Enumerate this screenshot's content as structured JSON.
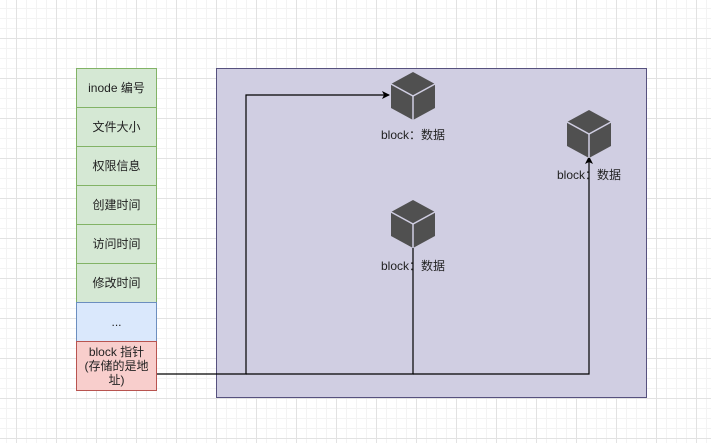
{
  "inode": {
    "fields": [
      {
        "label": "inode 编号",
        "kind": "attr"
      },
      {
        "label": "文件大小",
        "kind": "attr"
      },
      {
        "label": "权限信息",
        "kind": "attr"
      },
      {
        "label": "创建时间",
        "kind": "attr"
      },
      {
        "label": "访问时间",
        "kind": "attr"
      },
      {
        "label": "修改时间",
        "kind": "attr"
      },
      {
        "label": "...",
        "kind": "ellipsis"
      },
      {
        "label": "block 指针\n(存储的是地址)",
        "kind": "pointer"
      }
    ],
    "pointer_lines": [
      "block 指针",
      "(存储的是地",
      "址)"
    ]
  },
  "blocks": [
    {
      "label": "block：数据"
    },
    {
      "label": "block：数据"
    },
    {
      "label": "block：数据"
    }
  ],
  "colors": {
    "attr_fill": "#d5e8d4",
    "attr_stroke": "#82b366",
    "ellipsis_fill": "#dae8fc",
    "ellipsis_stroke": "#6c8ebf",
    "pointer_fill": "#f8cecc",
    "pointer_stroke": "#b85450",
    "area_fill": "#d0cee2",
    "area_stroke": "#56517e",
    "cube": "#505050"
  }
}
